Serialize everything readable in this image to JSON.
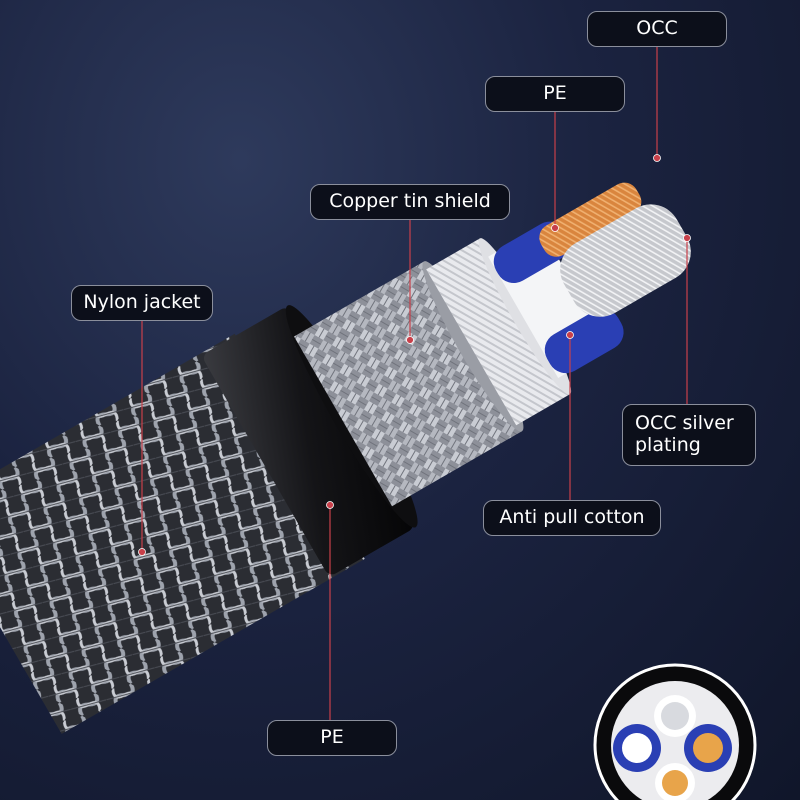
{
  "labels": {
    "occ": "OCC",
    "pe_top": "PE",
    "copper_tin_shield": "Copper tin shield",
    "nylon_jacket": "Nylon jacket",
    "occ_silver_plating": "OCC silver plating",
    "anti_pull_cotton": "Anti pull cotton",
    "pe_bottom": "PE"
  },
  "colors": {
    "background": "#1b2340",
    "label_background": "#0c0f1a",
    "label_border": "#8b8f9c",
    "leader_line": "#c8404a",
    "pe_blue": "#2a3fb4",
    "copper": "#d9853e",
    "silver": "#d8dadf",
    "cotton": "#f2f2f4",
    "jacket": "#151515"
  },
  "cross_section": {
    "cores": [
      {
        "name": "silver-core",
        "color": "#d8dadf"
      },
      {
        "name": "blue-core",
        "color": "#2a3fb4"
      },
      {
        "name": "orange-core-right",
        "color": "#e8a44a"
      },
      {
        "name": "orange-core-bottom",
        "color": "#e8a44a"
      }
    ]
  }
}
